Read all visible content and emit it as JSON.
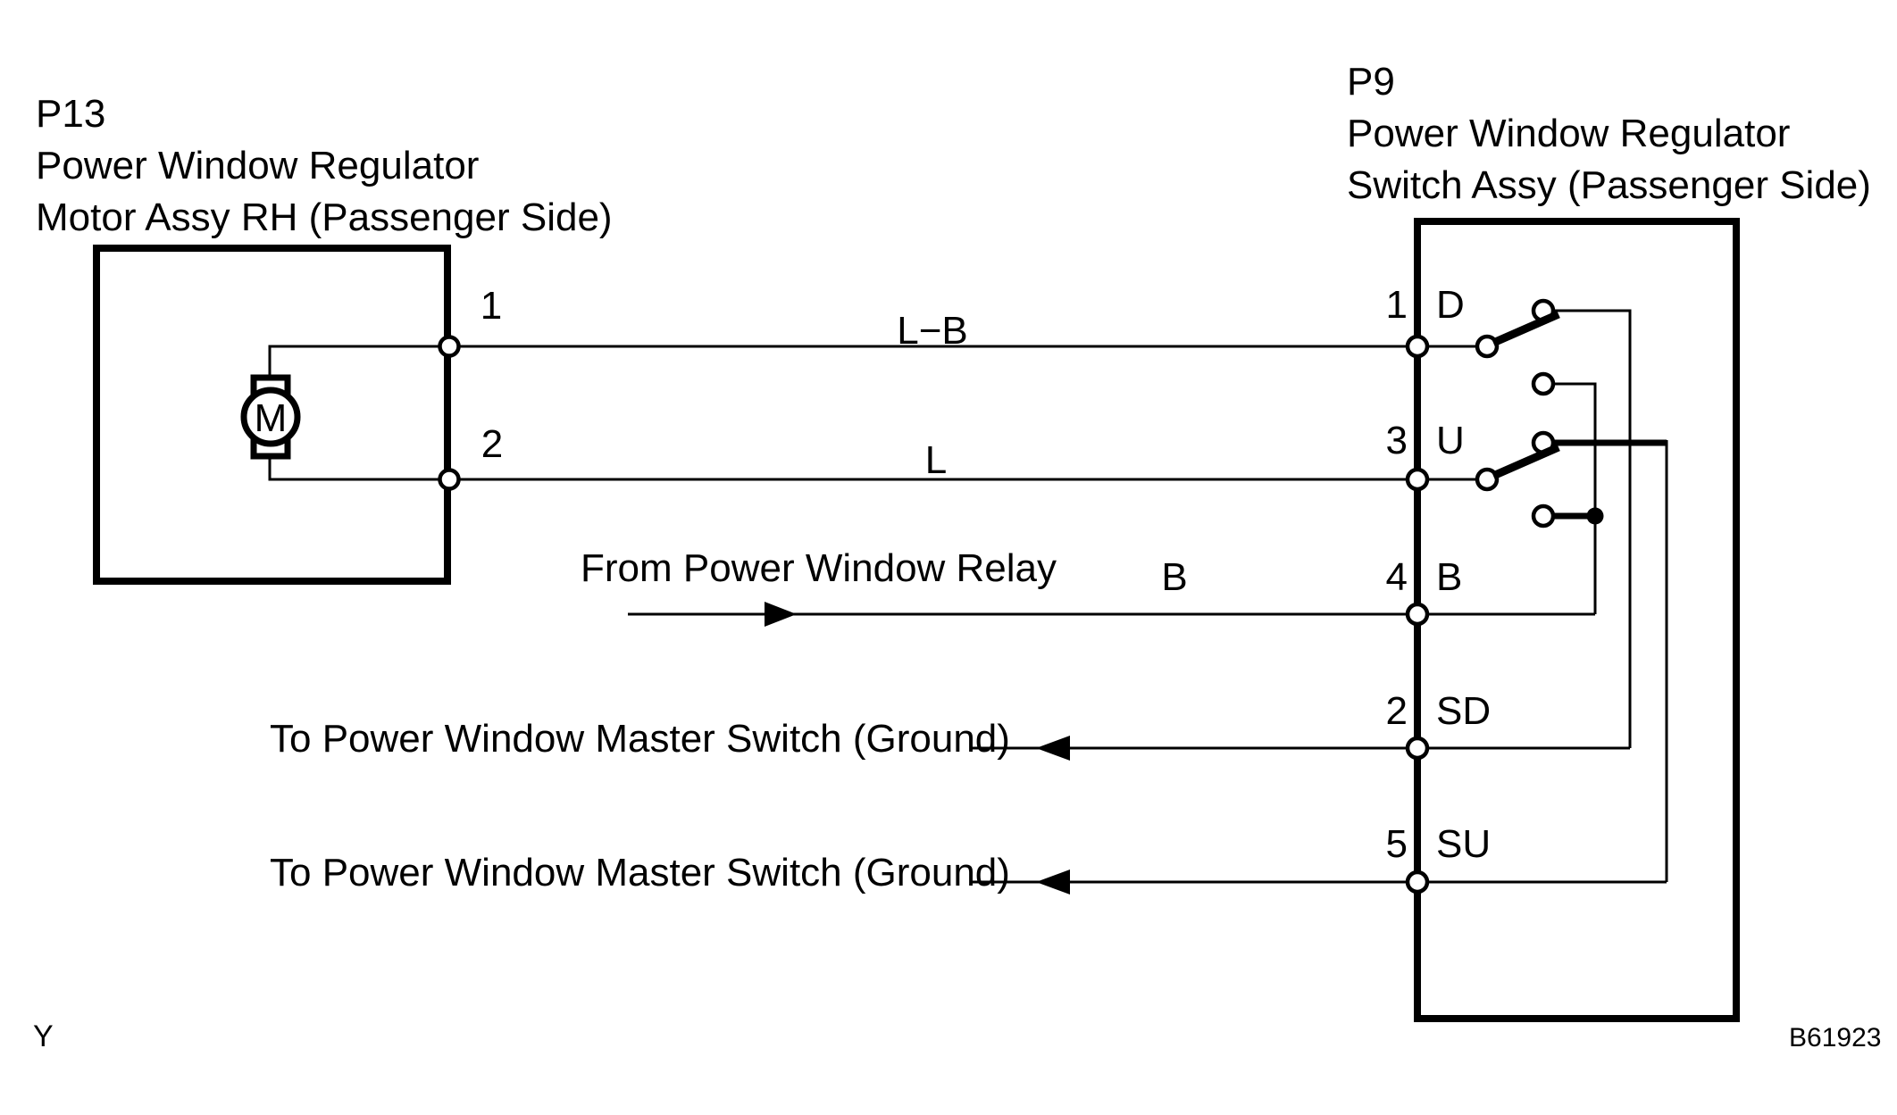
{
  "title_block_p13": {
    "id": "P13",
    "line1": "Power Window Regulator",
    "line2": "Motor Assy RH (Passenger Side)"
  },
  "title_block_p9": {
    "id": "P9",
    "line1": "Power Window Regulator",
    "line2": "Switch Assy (Passenger Side)"
  },
  "motor": {
    "symbol": "M",
    "pin1": "1",
    "pin2": "2"
  },
  "switch": {
    "pins": [
      {
        "num": "1",
        "name": "D"
      },
      {
        "num": "3",
        "name": "U"
      },
      {
        "num": "4",
        "name": "B"
      },
      {
        "num": "2",
        "name": "SD"
      },
      {
        "num": "5",
        "name": "SU"
      }
    ]
  },
  "wires": {
    "lb": "L−B",
    "l": "L",
    "b": "B"
  },
  "annotations": {
    "relay": "From Power Window Relay",
    "ground1": "To Power Window Master Switch (Ground)",
    "ground2": "To Power Window Master Switch (Ground)"
  },
  "footer": {
    "page": "Y",
    "figure": "B61923"
  }
}
